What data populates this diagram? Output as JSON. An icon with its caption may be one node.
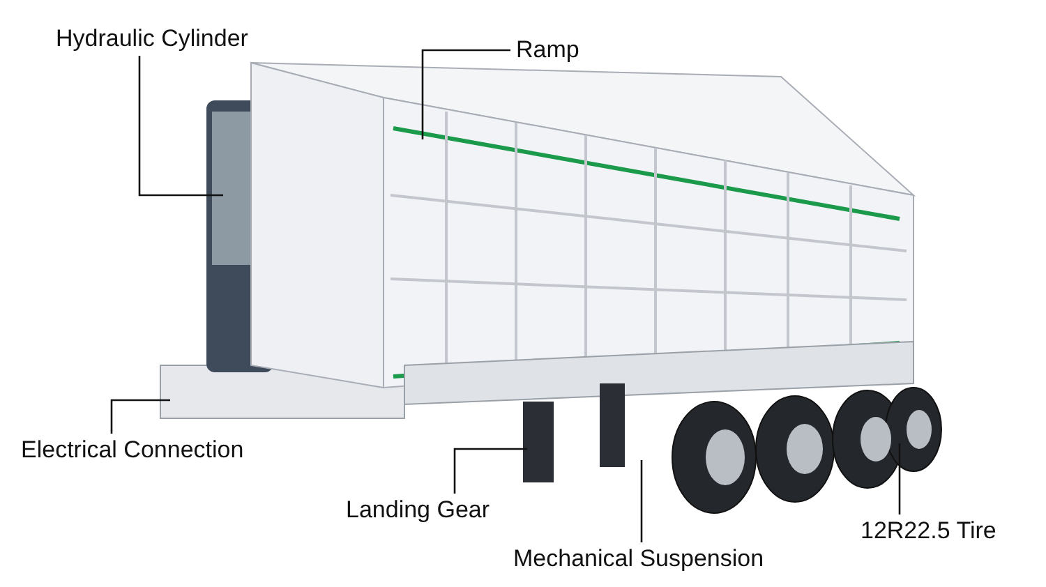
{
  "diagram": {
    "nodes": [
      {
        "text": [
          "Hydraulic Cylinder"
        ]
      },
      {
        "text": [
          "Ramp"
        ]
      },
      {
        "text": [
          "Electrical Connection"
        ]
      },
      {
        "text": [
          "Landing Gear"
        ]
      },
      {
        "text": [
          "Mechanical Suspension"
        ]
      },
      {
        "text": [
          "12R22.5 Tire"
        ]
      }
    ],
    "edges": [
      {
        "from": 0,
        "to": null,
        "arrow": "none"
      },
      {
        "from": 1,
        "to": null,
        "arrow": "none"
      },
      {
        "from": 2,
        "to": null,
        "arrow": "none"
      },
      {
        "from": 3,
        "to": null,
        "arrow": "none"
      },
      {
        "from": 4,
        "to": null,
        "arrow": "none"
      },
      {
        "from": 5,
        "to": null,
        "arrow": "none"
      }
    ]
  }
}
